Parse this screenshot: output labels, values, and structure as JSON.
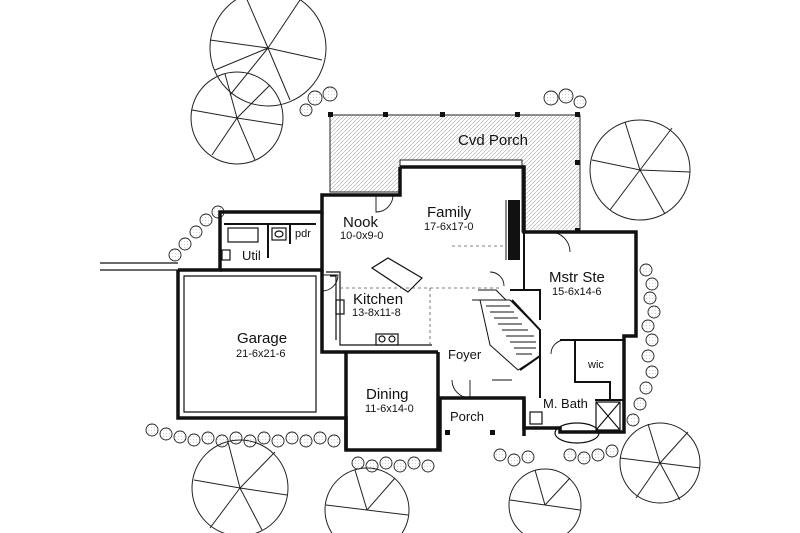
{
  "rooms": {
    "cvd_porch": {
      "name": "Cvd Porch"
    },
    "family": {
      "name": "Family",
      "dims": "17-6x17-0"
    },
    "nook": {
      "name": "Nook",
      "dims": "10-0x9-0"
    },
    "pdr": {
      "name": "pdr"
    },
    "util": {
      "name": "Util"
    },
    "kitchen": {
      "name": "Kitchen",
      "dims": "13-8x11-8"
    },
    "garage": {
      "name": "Garage",
      "dims": "21-6x21-6"
    },
    "mstr_ste": {
      "name": "Mstr Ste",
      "dims": "15-6x14-6"
    },
    "foyer": {
      "name": "Foyer"
    },
    "wic": {
      "name": "wic"
    },
    "dining": {
      "name": "Dining",
      "dims": "11-6x14-0"
    },
    "porch": {
      "name": "Porch"
    },
    "m_bath": {
      "name": "M. Bath"
    }
  },
  "colors": {
    "ink": "#111111",
    "paper": "#ffffff",
    "hatch": "#9a9a9a"
  }
}
